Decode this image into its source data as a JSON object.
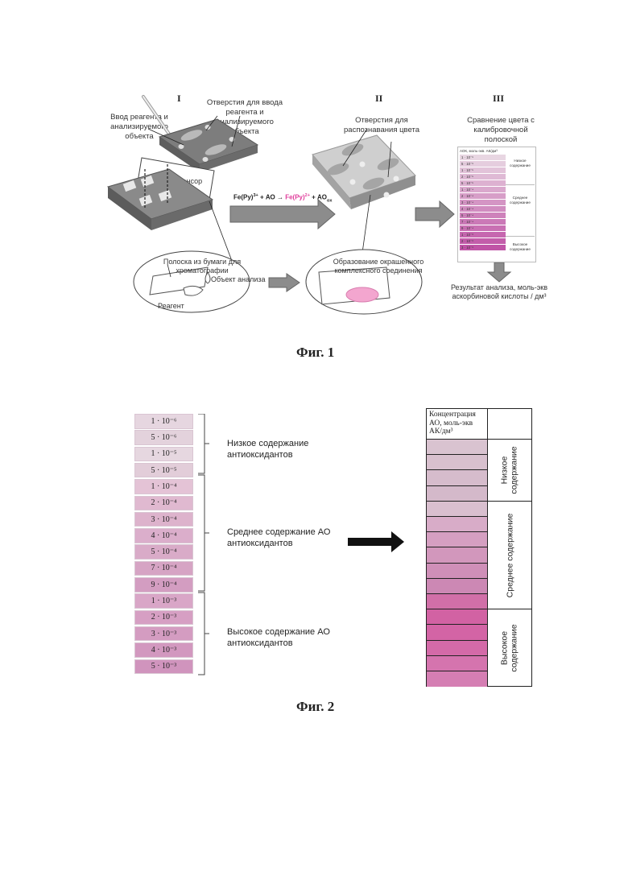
{
  "fig1": {
    "stage_labels": [
      "I",
      "II",
      "III"
    ],
    "reagent_input": "Ввод реагента и анализируемого объекта",
    "holes_input": "Отверстия для ввода реагента и анализируемого объекта",
    "sensor": "Сенсор",
    "holes_color": "Отверстия для распознавания цвета",
    "compare": "Сравнение цвета с калибровочной полоской",
    "reaction": {
      "p1": "Fe(Py)",
      "p1sup": "3+",
      "p2": " + АО → ",
      "p3": "Fe(Py)",
      "p3sup": "2+",
      "p4": " + АО",
      "p4sub": "ox"
    },
    "strip_label": "Полоска из бумаги для хроматографии",
    "object_label": "Объект анализа",
    "reagent_label": "Реагент",
    "complex_label": "Образование окрашенного комплексного соединения",
    "result_label": "Результат анализа, моль-экв аскорбиновой кислоты / дм³",
    "card": {
      "header": "АОК, моль-экв. АК/дм³",
      "swatches": [
        "1 · 10⁻⁶",
        "5 · 10⁻⁶",
        "1 · 10⁻⁵",
        "2 · 10⁻⁵",
        "5 · 10⁻⁵",
        "1 · 10⁻⁴",
        "2 · 10⁻⁴",
        "3 · 10⁻⁴",
        "4 · 10⁻⁴",
        "5 · 10⁻⁴",
        "7 · 10⁻⁴",
        "9 · 10⁻⁴",
        "1 · 10⁻³",
        "2 · 10⁻³",
        "3 · 10⁻³"
      ],
      "low": "Низкое содержание",
      "mid": "Среднее содержание",
      "high": "Высокое содержание"
    },
    "caption": "Фиг. 1"
  },
  "fig2": {
    "strips": [
      {
        "label": "1 · 10⁻⁶",
        "color": "#e6d6e0"
      },
      {
        "label": "5 · 10⁻⁶",
        "color": "#e3d2dc"
      },
      {
        "label": "1 · 10⁻⁵",
        "color": "#e6d7e0"
      },
      {
        "label": "5 · 10⁻⁵",
        "color": "#e2cdd9"
      },
      {
        "label": "1 · 10⁻⁴",
        "color": "#e4c3d6"
      },
      {
        "label": "2 · 10⁻⁴",
        "color": "#e0b9d0"
      },
      {
        "label": "3 · 10⁻⁴",
        "color": "#ddb3cc"
      },
      {
        "label": "4 · 10⁻⁴",
        "color": "#dbaecb"
      },
      {
        "label": "5 · 10⁻⁴",
        "color": "#d9abc8"
      },
      {
        "label": "7 · 10⁻⁴",
        "color": "#d6a4c4"
      },
      {
        "label": "9 · 10⁻⁴",
        "color": "#d39dc1"
      },
      {
        "label": "1 · 10⁻³",
        "color": "#d9a6c7"
      },
      {
        "label": "2 · 10⁻³",
        "color": "#d69fc3"
      },
      {
        "label": "3 · 10⁻³",
        "color": "#d49cc1"
      },
      {
        "label": "4 · 10⁻³",
        "color": "#d298bf"
      },
      {
        "label": "5 · 10⁻³",
        "color": "#d094bd"
      }
    ],
    "groups": {
      "low": "Низкое содержание антиоксидантов",
      "mid": "Среднее содержание АО антиоксидантов",
      "high": "Высокое содержание АО антиоксидантов"
    },
    "table": {
      "header": "Концентрация АО, моль-экв АК/дм³",
      "cells": [
        "#d9c3d0",
        "#d8c0ce",
        "#d6bccc",
        "#d4b9ca",
        "#d9bfcf",
        "#d8acc8",
        "#d59fc1",
        "#d297bc",
        "#cf8fb8",
        "#cc88b4",
        "#d16fa8",
        "#d262a3",
        "#d364a5",
        "#d46aa8",
        "#d574ae",
        "#d57eb3"
      ],
      "low": "Низкое содержание",
      "mid": "Среднее содержание",
      "high": "Высокое содержание"
    },
    "caption": "Фиг. 2"
  }
}
